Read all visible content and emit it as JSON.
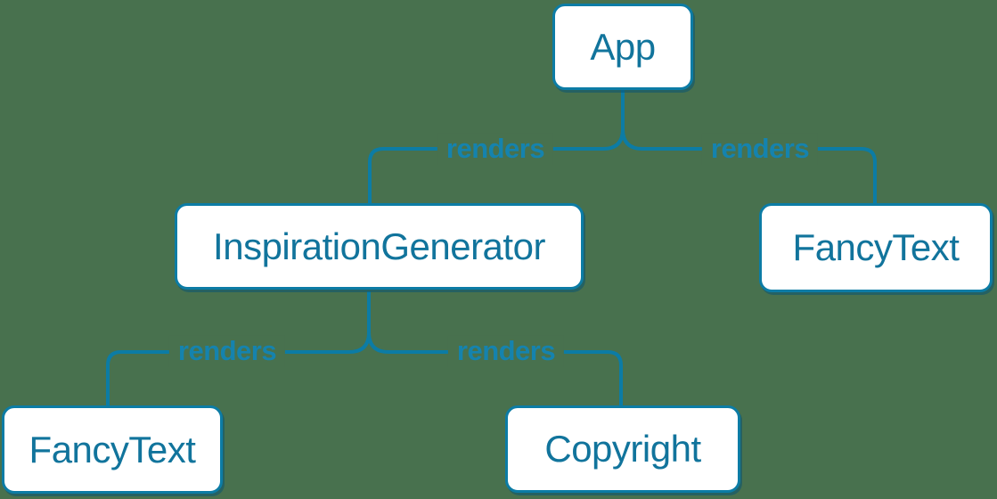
{
  "diagram": {
    "name": "react-render-tree",
    "nodes": [
      {
        "id": "app",
        "label": "App"
      },
      {
        "id": "inspiration-generator",
        "label": "InspirationGenerator"
      },
      {
        "id": "fancy-text-top",
        "label": "FancyText"
      },
      {
        "id": "fancy-text-bottom",
        "label": "FancyText"
      },
      {
        "id": "copyright",
        "label": "Copyright"
      }
    ],
    "edges": [
      {
        "from": "App",
        "to": "InspirationGenerator",
        "label": "renders"
      },
      {
        "from": "App",
        "to": "FancyText",
        "label": "renders"
      },
      {
        "from": "InspirationGenerator",
        "to": "FancyText",
        "label": "renders"
      },
      {
        "from": "InspirationGenerator",
        "to": "Copyright",
        "label": "renders"
      }
    ]
  },
  "colors": {
    "background": "#48714E",
    "edge_line": "#0C7CA5",
    "edge_label_text": "#1583AE",
    "node_background": "#FFFFFF",
    "node_border": "#0C7CA5",
    "node_text": "#11749C",
    "node_shadow": "rgba(10,84,114,0.55)"
  }
}
